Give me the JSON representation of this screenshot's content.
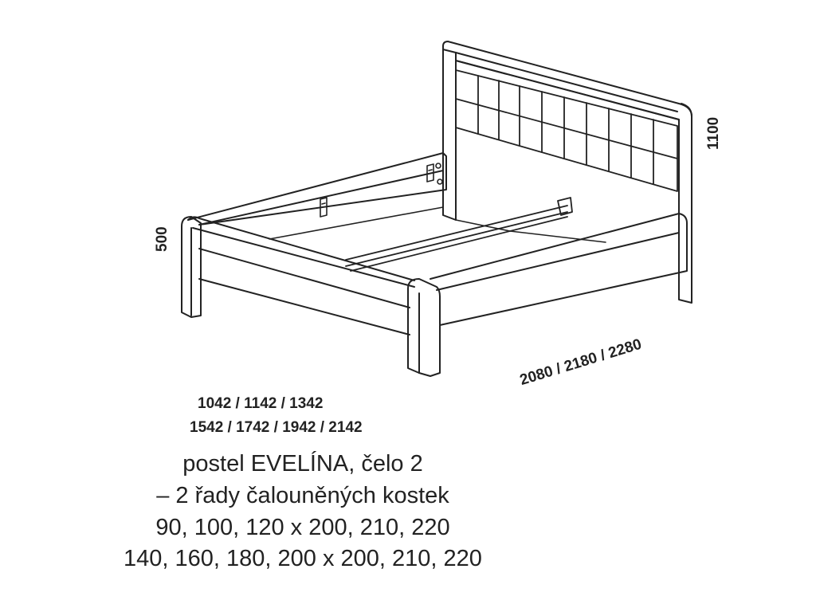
{
  "dimensions": {
    "height_foot": "500",
    "height_head": "1100",
    "length": "2080 / 2180 / 2280",
    "width_line_1": "1042 / 1142 / 1342",
    "width_line_2": "1542 / 1742 / 1942 / 2142"
  },
  "caption": {
    "line_1": "postel EVELÍNA, čelo 2",
    "line_2": "– 2 řady čalouněných kostek",
    "line_3": "90, 100, 120 x 200, 210, 220",
    "line_4": "140, 160, 180, 200 x 200, 210, 220"
  },
  "colors": {
    "line": "#222222",
    "background": "#ffffff"
  }
}
